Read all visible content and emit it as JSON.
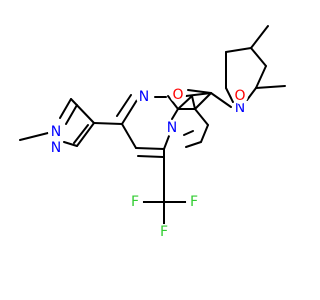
{
  "molecule": {
    "atoms": [
      {
        "label": "N",
        "color": "#0000ff"
      },
      {
        "label": "N",
        "color": "#0000ff"
      },
      {
        "label": "N",
        "color": "#0000ff"
      },
      {
        "label": "N",
        "color": "#0000ff"
      },
      {
        "label": "N",
        "color": "#0000ff"
      },
      {
        "label": "O",
        "color": "#ff0000"
      },
      {
        "label": "O",
        "color": "#ff0000"
      },
      {
        "label": "F",
        "color": "#33cc33"
      },
      {
        "label": "F",
        "color": "#33cc33"
      },
      {
        "label": "F",
        "color": "#33cc33"
      }
    ]
  }
}
